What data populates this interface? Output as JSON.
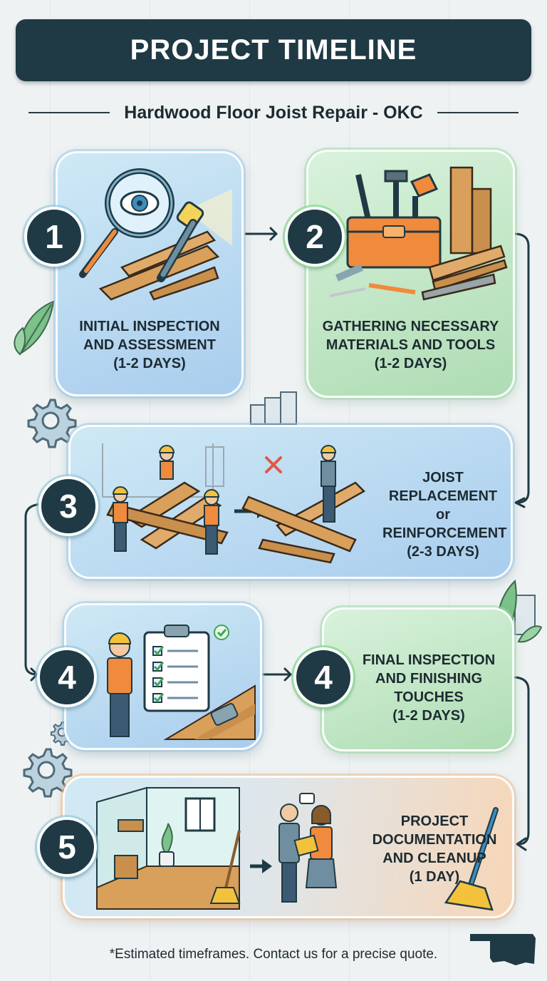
{
  "header": {
    "title": "PROJECT TIMELINE"
  },
  "subtitle": "Hardwood Floor Joist Repair - OKC",
  "steps": [
    {
      "badge": "1",
      "lines": [
        "INITIAL INSPECTION",
        "AND ASSESSMENT",
        "(1-2 DAYS)"
      ]
    },
    {
      "badge": "2",
      "lines": [
        "GATHERING NECESSARY",
        "MATERIALS AND TOOLS",
        "(1-2 DAYS)"
      ]
    },
    {
      "badge": "3",
      "lines": [
        "JOIST",
        "REPLACEMENT or",
        "REINFORCEMENT",
        "(2-3 DAYS)"
      ]
    },
    {
      "badge": "4"
    },
    {
      "badge": "4",
      "lines": [
        "FINAL INSPECTION",
        "AND FINISHING",
        "TOUCHES",
        "(1-2 DAYS)"
      ]
    },
    {
      "badge": "5",
      "lines": [
        "PROJECT",
        "DOCUMENTATION",
        "AND CLEANUP",
        "(1 DAY)"
      ]
    }
  ],
  "footnote": "*Estimated timeframes. Contact us for a precise quote.",
  "colors": {
    "dark": "#1f3a44",
    "blue_card": "#a9cdee",
    "green_card": "#aedcb3",
    "orange_accent": "#f08a3c",
    "wood": "#d9a05b"
  },
  "icons": [
    "magnifying-glass-icon",
    "flashlight-icon",
    "toolbox-icon",
    "gear-icon",
    "leaf-icon",
    "building-icon",
    "clipboard-icon",
    "worker-icon",
    "broom-icon",
    "oklahoma-map-icon"
  ]
}
